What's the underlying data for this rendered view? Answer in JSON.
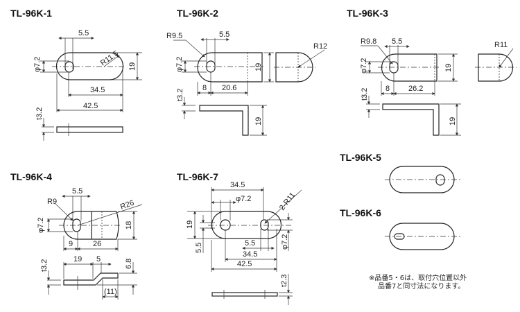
{
  "parts": {
    "k1": {
      "title": "TL-96K-1",
      "dims": [
        "5.5",
        "φ7.2",
        "R11.5",
        "19",
        "34.5",
        "42.5",
        "t3.2"
      ]
    },
    "k2": {
      "title": "TL-96K-2",
      "dims": [
        "R9.5",
        "5.5",
        "φ7.2",
        "19",
        "8",
        "20.6",
        "R12",
        "t3.2",
        "19"
      ]
    },
    "k3": {
      "title": "TL-96K-3",
      "dims": [
        "R9.8",
        "5.5",
        "φ7.2",
        "19",
        "8",
        "26.2",
        "R11",
        "t3.2",
        "19"
      ]
    },
    "k4": {
      "title": "TL-96K-4",
      "dims": [
        "5.5",
        "R9",
        "R26",
        "φ7.2",
        "18",
        "9",
        "26",
        "t3.2",
        "19",
        "5",
        "6.8",
        "(11)"
      ]
    },
    "k5": {
      "title": "TL-96K-5"
    },
    "k6": {
      "title": "TL-96K-6"
    },
    "k7": {
      "title": "TL-96K-7",
      "dims": [
        "34.5",
        "φ7.2",
        "2-R11",
        "19",
        "5.5",
        "5.5",
        "34.5",
        "42.5",
        "φ7.2",
        "t2.3"
      ]
    }
  },
  "note": {
    "line1": "※品番5・6は、取付穴位置以外",
    "line2": "品番7と同寸法になります。"
  }
}
